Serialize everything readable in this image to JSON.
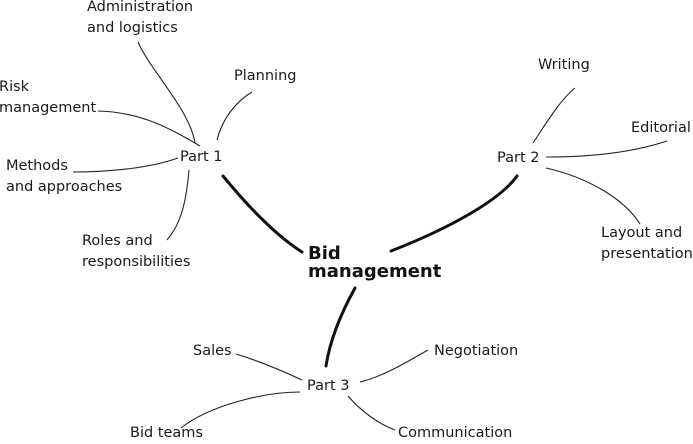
{
  "center": {
    "line1": "Bid",
    "line2": "management"
  },
  "part1": {
    "label": "Part 1",
    "children": [
      "Administration\nand logistics",
      "Planning",
      "Risk\nmanagement",
      "Methods\nand approaches",
      "Roles and\nresponsibilities"
    ]
  },
  "part2": {
    "label": "Part 2",
    "children": [
      "Writing",
      "Editorial",
      "Layout and\npresentation"
    ]
  },
  "part3": {
    "label": "Part 3",
    "children": [
      "Sales",
      "Negotiation",
      "Bid teams",
      "Communication"
    ]
  }
}
